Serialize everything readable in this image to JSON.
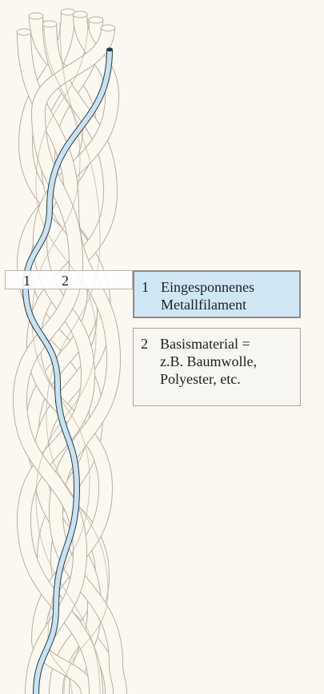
{
  "colors": {
    "background": "#faf8f1",
    "strand_fill": "#fbf8ef",
    "strand_outline": "#b9aea0",
    "metal_fill": "#c8e2f0",
    "metal_outline": "#2b3a44",
    "legend_metal_fill": "#cfe6f4",
    "legend_base_fill": "#f7f6f0"
  },
  "markers": [
    "1",
    "2"
  ],
  "legend": [
    {
      "index": "1",
      "text": "Eingesponnenes\nMetallfilament"
    },
    {
      "index": "2",
      "text": "Basismaterial =\nz.B. Baumwolle,\nPolyester, etc."
    }
  ]
}
